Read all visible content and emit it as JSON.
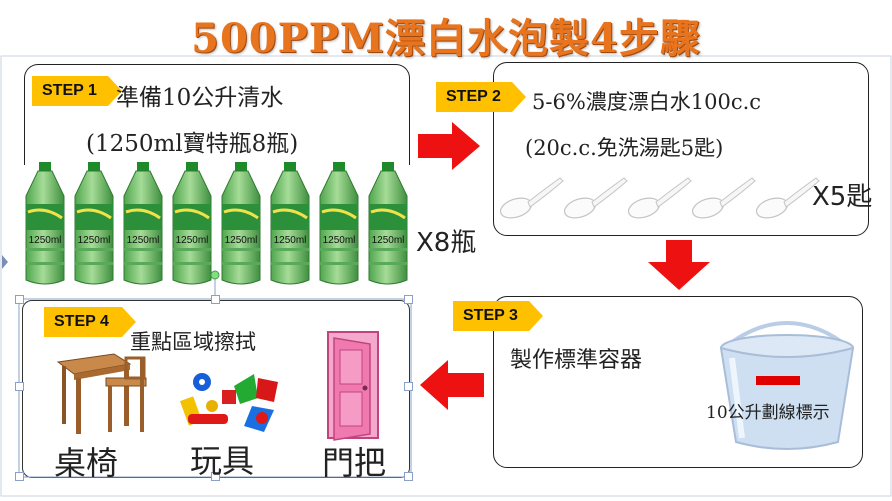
{
  "title": "500PPM漂白水泡製4步驟",
  "steps": [
    {
      "tag": "STEP 1",
      "line1": "準備10公升清水",
      "line2": "(1250ml寶特瓶8瓶)",
      "count_label": "X8瓶"
    },
    {
      "tag": "STEP 2",
      "line1": "5-6%濃度漂白水100c.c",
      "line2": "(20c.c.免洗湯匙5匙)",
      "count_label": "X5匙"
    },
    {
      "tag": "STEP 3",
      "line1": "製作標準容器",
      "bucket_label": "10公升劃線標示"
    },
    {
      "tag": "STEP 4",
      "line1": "重點區域擦拭",
      "items": [
        "桌椅",
        "玩具",
        "門把"
      ]
    }
  ],
  "bottle_label": "1250ml",
  "colors": {
    "title": "#e8741e",
    "step_tag": "#ffc000",
    "arrow": "#ee1111",
    "bottle": "#7fc97a",
    "door": "#f07ab0"
  }
}
